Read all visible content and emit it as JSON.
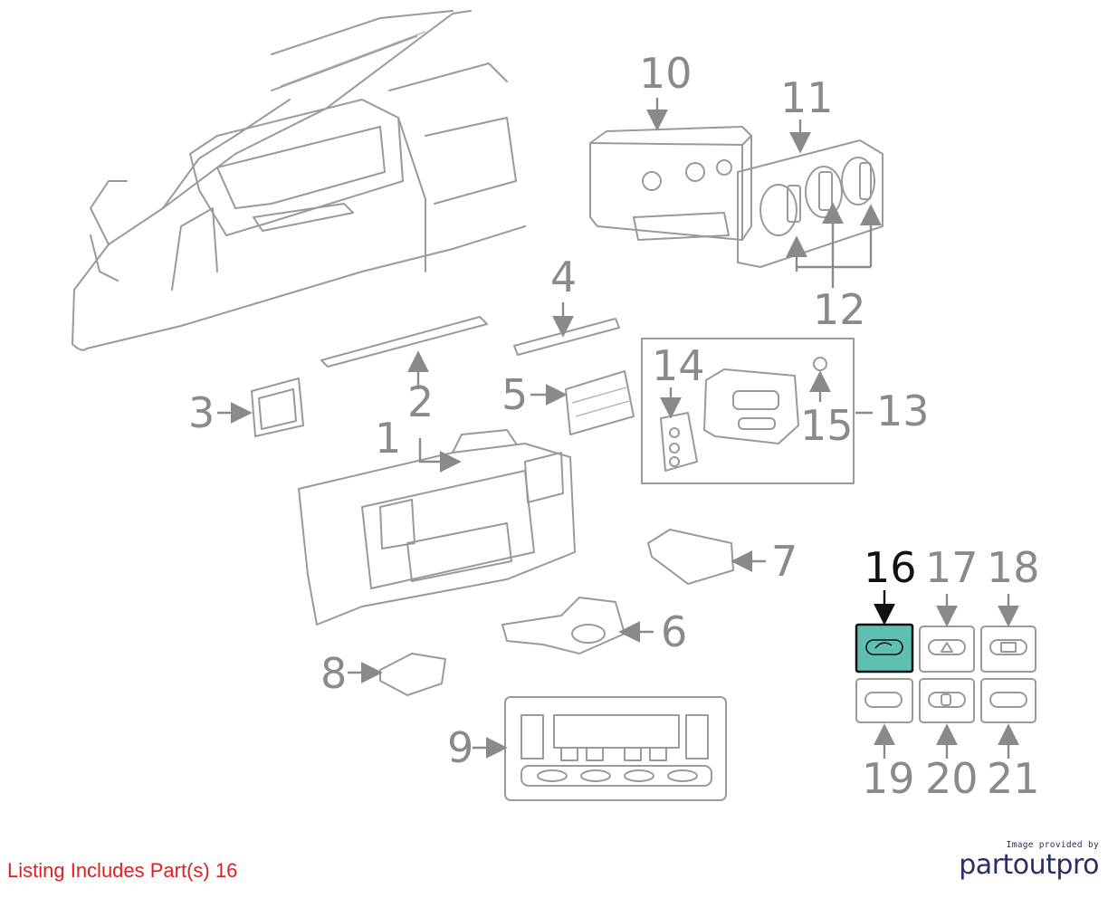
{
  "callouts": {
    "n1": "1",
    "n2": "2",
    "n3": "3",
    "n4": "4",
    "n5": "5",
    "n6": "6",
    "n7": "7",
    "n8": "8",
    "n9": "9",
    "n10": "10",
    "n11": "11",
    "n12": "12",
    "n13": "13",
    "n14": "14",
    "n15": "15",
    "n16": "16",
    "n17": "17",
    "n18": "18",
    "n19": "19",
    "n20": "20",
    "n21": "21"
  },
  "highlighted_part": "16",
  "highlight_color": "#5fbfb0",
  "footer": {
    "listing_text": "Listing Includes Part(s) 16",
    "credit_small": "Image provided by",
    "credit_brand": "partoutpro"
  }
}
